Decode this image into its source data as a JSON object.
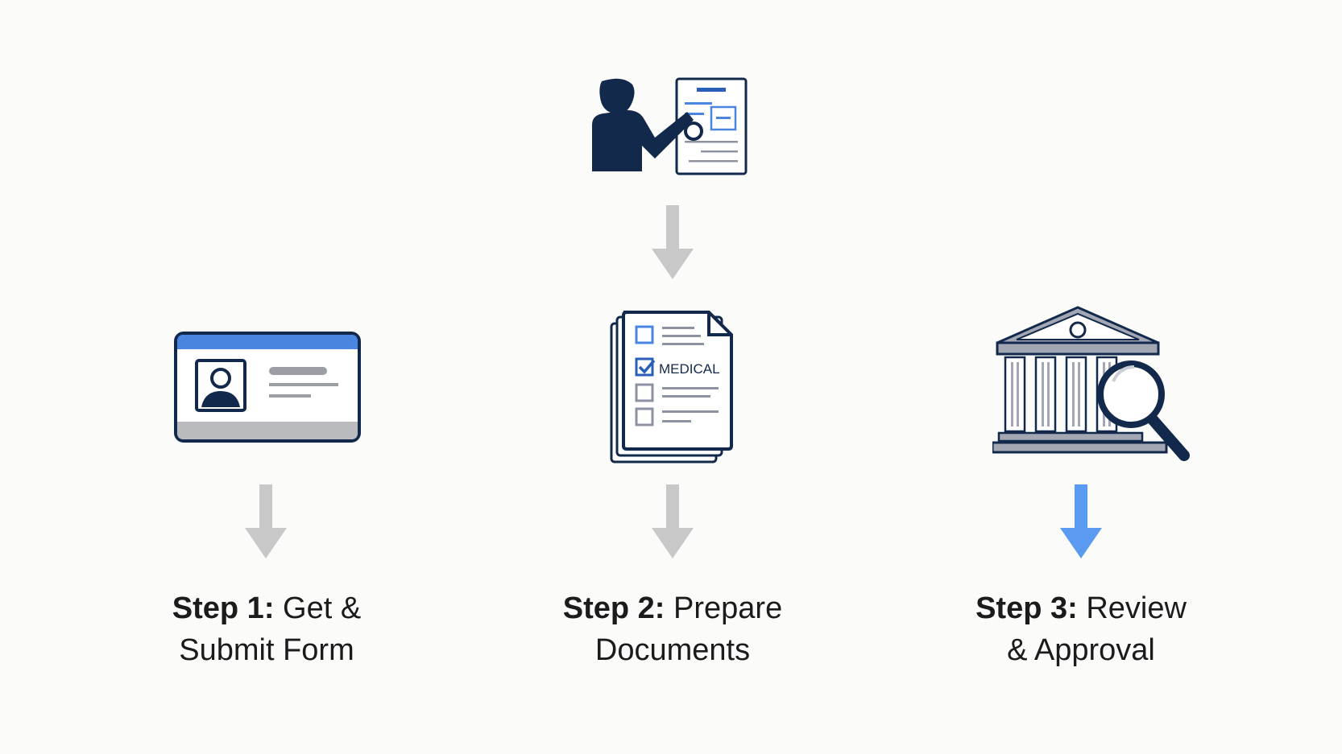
{
  "icons": {
    "presenter": "person-presenting-document-icon",
    "id_card": "id-card-icon",
    "documents": "document-checklist-icon",
    "courthouse": "courthouse-magnifier-icon"
  },
  "documents_tag": "MEDICAL",
  "steps": [
    {
      "step": "Step 1:",
      "line1_rest": " Get &",
      "line2": "Submit Form"
    },
    {
      "step": "Step 2:",
      "line1_rest": " Prepare",
      "line2": "Documents"
    },
    {
      "step": "Step 3:",
      "line1_rest": " Review",
      "line2": "& Approval"
    }
  ],
  "colors": {
    "navy": "#13294b",
    "blue": "#4a86e0",
    "arrow_gray": "#c8c8c8",
    "arrow_highlight": "#5a9af0",
    "column_gray": "#a3a7b4"
  }
}
